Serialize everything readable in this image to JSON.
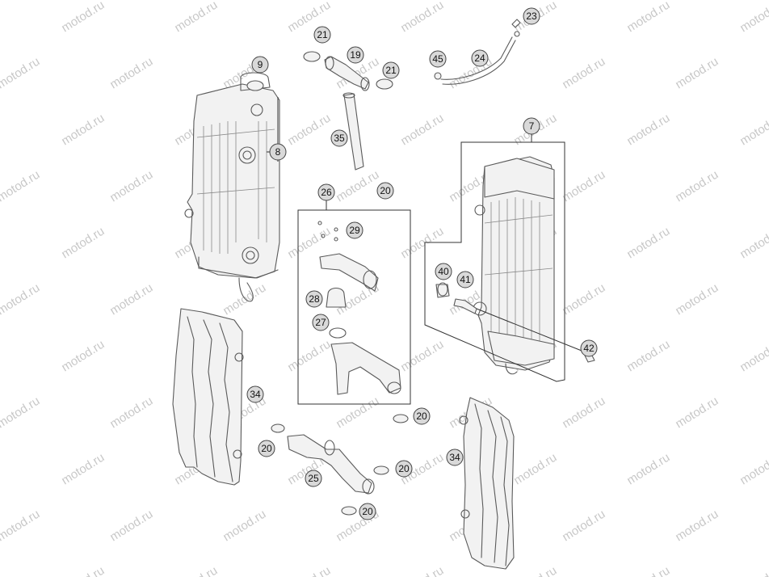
{
  "watermark": "motod.ru",
  "callouts": [
    {
      "id": "c7",
      "label": "7"
    },
    {
      "id": "c8",
      "label": "8"
    },
    {
      "id": "c9",
      "label": "9"
    },
    {
      "id": "c19",
      "label": "19"
    },
    {
      "id": "c20a",
      "label": "20"
    },
    {
      "id": "c20b",
      "label": "20"
    },
    {
      "id": "c20c",
      "label": "20"
    },
    {
      "id": "c20d",
      "label": "20"
    },
    {
      "id": "c20e",
      "label": "20"
    },
    {
      "id": "c21a",
      "label": "21"
    },
    {
      "id": "c21b",
      "label": "21"
    },
    {
      "id": "c23",
      "label": "23"
    },
    {
      "id": "c24",
      "label": "24"
    },
    {
      "id": "c25",
      "label": "25"
    },
    {
      "id": "c26",
      "label": "26"
    },
    {
      "id": "c27",
      "label": "27"
    },
    {
      "id": "c28",
      "label": "28"
    },
    {
      "id": "c29",
      "label": "29"
    },
    {
      "id": "c34a",
      "label": "34"
    },
    {
      "id": "c34b",
      "label": "34"
    },
    {
      "id": "c35",
      "label": "35"
    },
    {
      "id": "c40",
      "label": "40"
    },
    {
      "id": "c41",
      "label": "41"
    },
    {
      "id": "c42",
      "label": "42"
    },
    {
      "id": "c45",
      "label": "45"
    }
  ]
}
